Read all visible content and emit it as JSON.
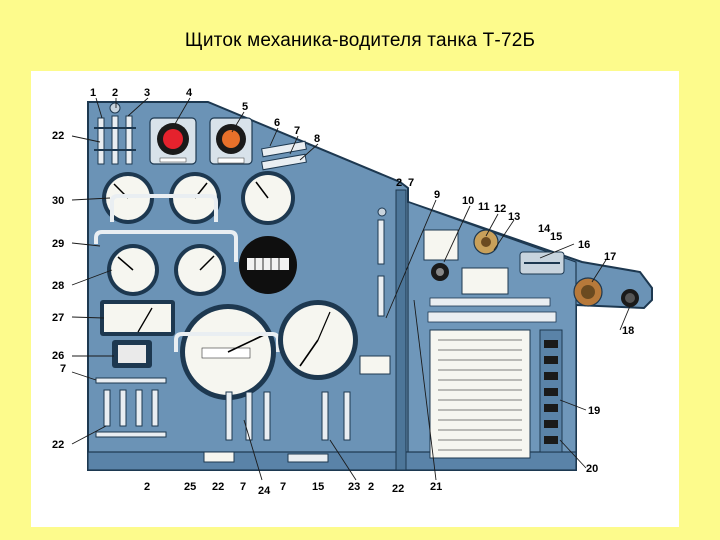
{
  "title": "Щиток механика-водителя танка Т-72Б",
  "colors": {
    "background": "#fdfb8c",
    "panel": "#6b93b6",
    "panel_dark": "#3f6688",
    "outline": "#1d3850",
    "lamp_red": "#e5222d",
    "lamp_orange": "#e8702a"
  },
  "callouts": [
    {
      "id": "c1",
      "text": "1"
    },
    {
      "id": "c2",
      "text": "2"
    },
    {
      "id": "c3",
      "text": "3"
    },
    {
      "id": "c4",
      "text": "4"
    },
    {
      "id": "c5",
      "text": "5"
    },
    {
      "id": "c6",
      "text": "6"
    },
    {
      "id": "c7",
      "text": "7"
    },
    {
      "id": "c8",
      "text": "8"
    },
    {
      "id": "c22a",
      "text": "22"
    },
    {
      "id": "c30",
      "text": "30"
    },
    {
      "id": "c29",
      "text": "29"
    },
    {
      "id": "c28",
      "text": "28"
    },
    {
      "id": "c27",
      "text": "27"
    },
    {
      "id": "c26",
      "text": "26"
    },
    {
      "id": "c7b",
      "text": "7"
    },
    {
      "id": "c22b",
      "text": "22"
    },
    {
      "id": "c2b",
      "text": "2"
    },
    {
      "id": "c7c",
      "text": "7"
    },
    {
      "id": "c9",
      "text": "9"
    },
    {
      "id": "c10",
      "text": "10"
    },
    {
      "id": "c11",
      "text": "11"
    },
    {
      "id": "c12",
      "text": "12"
    },
    {
      "id": "c13",
      "text": "13"
    },
    {
      "id": "c14",
      "text": "14"
    },
    {
      "id": "c15",
      "text": "15"
    },
    {
      "id": "c16",
      "text": "16"
    },
    {
      "id": "c17",
      "text": "17"
    },
    {
      "id": "c18",
      "text": "18"
    },
    {
      "id": "c19",
      "text": "19"
    },
    {
      "id": "c20",
      "text": "20"
    },
    {
      "id": "c2c",
      "text": "2"
    },
    {
      "id": "c25",
      "text": "25"
    },
    {
      "id": "c22c",
      "text": "22"
    },
    {
      "id": "c7d",
      "text": "7"
    },
    {
      "id": "c24",
      "text": "24"
    },
    {
      "id": "c7e",
      "text": "7"
    },
    {
      "id": "c15b",
      "text": "15"
    },
    {
      "id": "c23",
      "text": "23"
    },
    {
      "id": "c2d",
      "text": "2"
    },
    {
      "id": "c22d",
      "text": "22"
    },
    {
      "id": "c21",
      "text": "21"
    }
  ]
}
